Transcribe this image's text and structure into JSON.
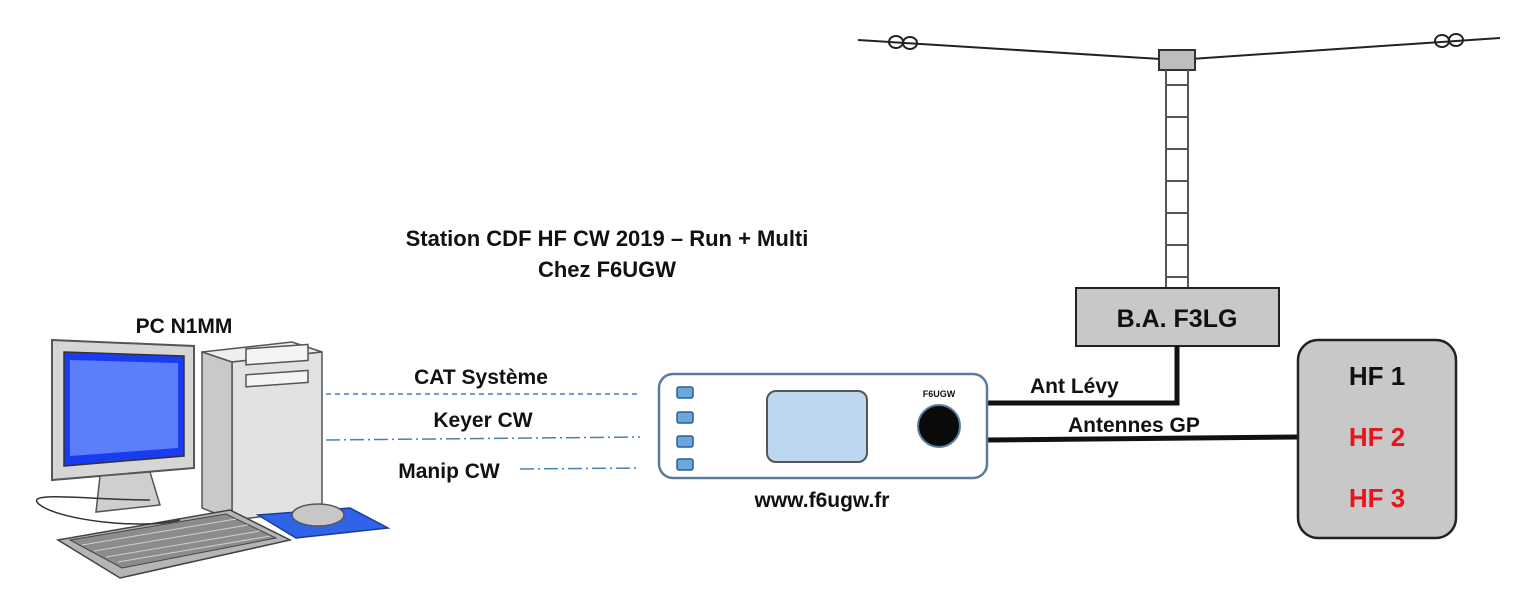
{
  "title": {
    "line1": "Station CDF HF CW 2019 – Run + Multi",
    "line2": "Chez F6UGW"
  },
  "pc": {
    "label": "PC N1MM",
    "icon": "desktop-computer-icon"
  },
  "links": {
    "cat": "CAT Système",
    "keyer": "Keyer CW",
    "manip": "Manip CW"
  },
  "interface": {
    "brand": "F6UGW",
    "url": "www.f6ugw.fr",
    "icon": "interface-box-icon"
  },
  "antenna": {
    "balun": "B.A. F3LG",
    "feed_label": "Ant Lévy",
    "gp_label": "Antennes GP",
    "icon": "dipole-antenna-icon"
  },
  "radios": {
    "items": [
      {
        "label": "HF 1",
        "color": "#111111"
      },
      {
        "label": "HF 2",
        "color": "#e8141a"
      },
      {
        "label": "HF 3",
        "color": "#e8141a"
      }
    ]
  },
  "colors": {
    "link_line": "#4a7fb5",
    "box_fill": "#c8c8c8",
    "screen_blue": "#1a3cf0",
    "display_fill": "#bcd7ef"
  }
}
